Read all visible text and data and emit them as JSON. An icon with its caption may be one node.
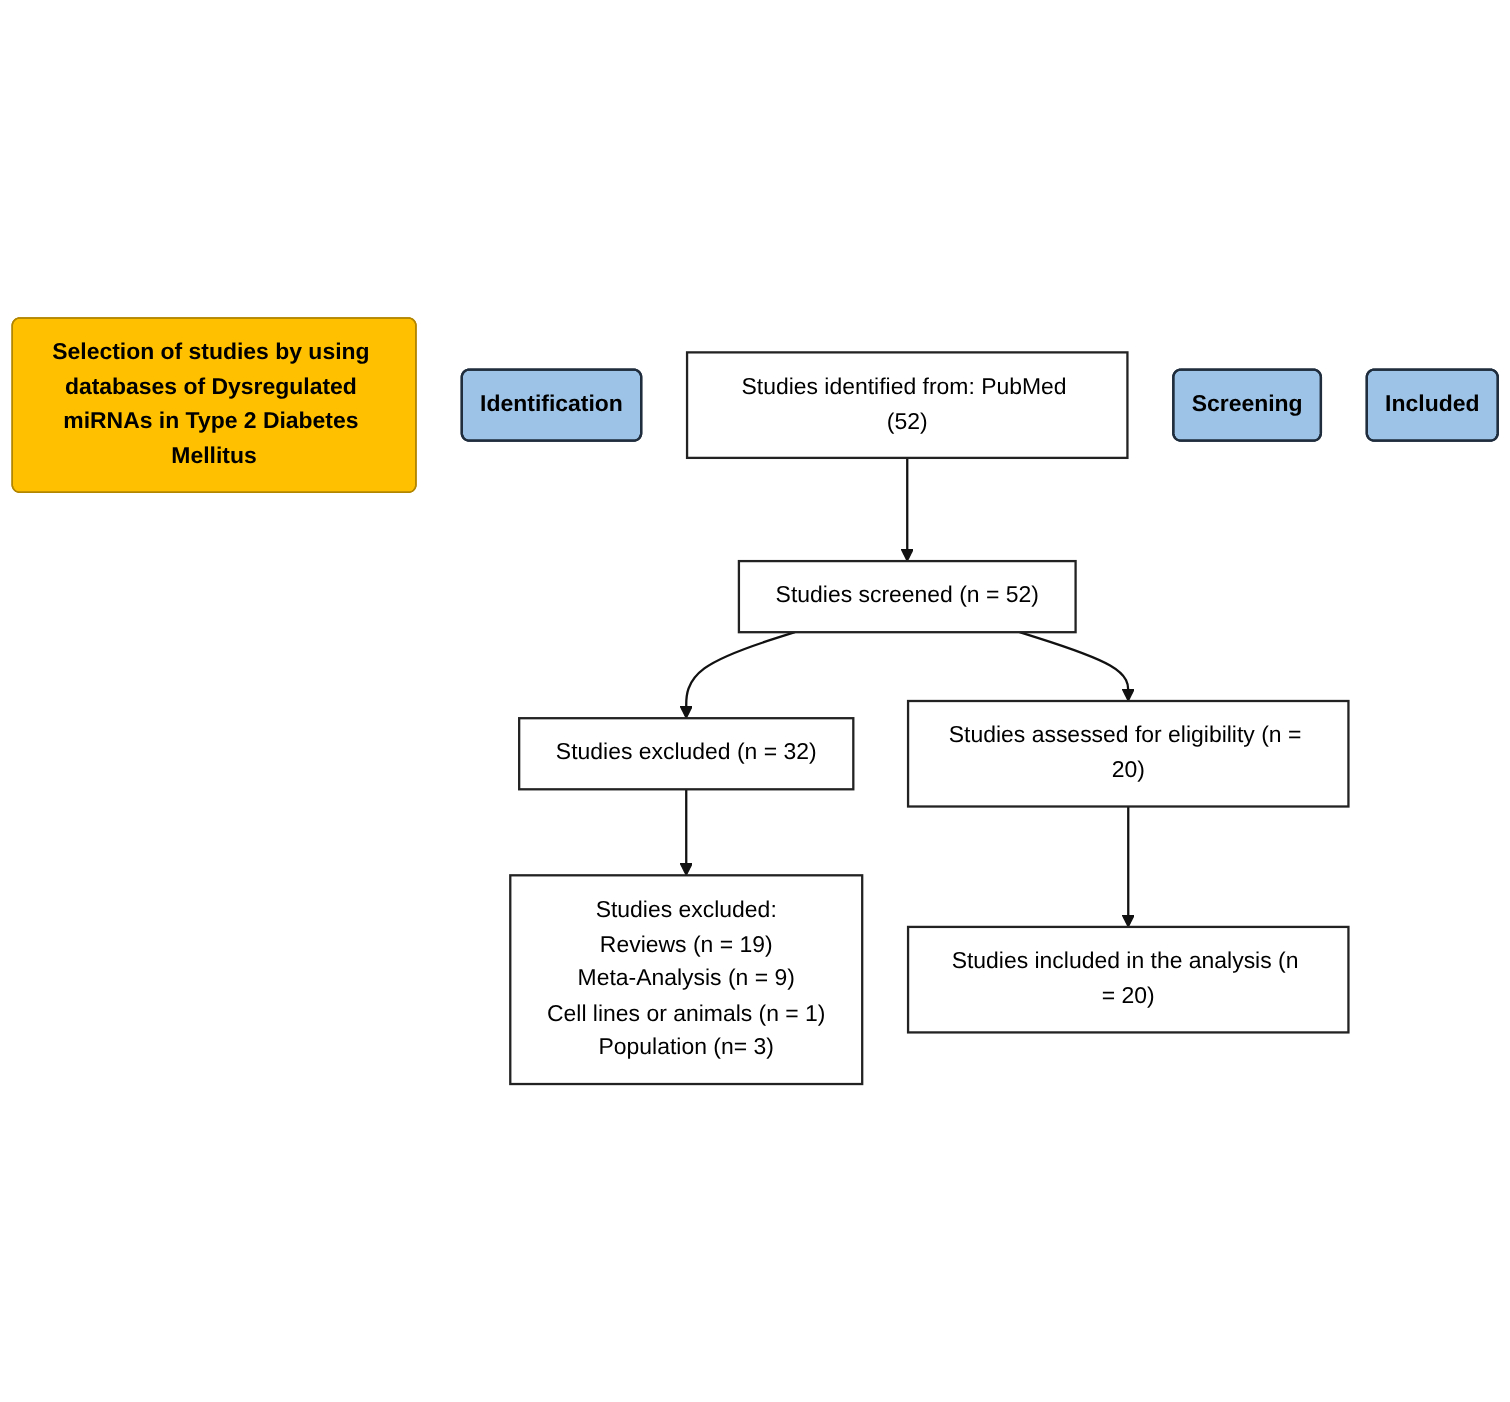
{
  "diagram": {
    "nodes": [
      {
        "text": [
          "Selection of studies by using databases of Dysregulated miRNAs in Type 2 Diabetes Mellitus"
        ]
      },
      {
        "text": [
          "Identification"
        ]
      },
      {
        "text": [
          "Studies identified from: PubMed (52)"
        ]
      },
      {
        "text": [
          "Screening"
        ]
      },
      {
        "text": [
          "Studies screened (n = 52)"
        ]
      },
      {
        "text": [
          "Studies excluded (n = 32)"
        ]
      },
      {
        "text": [
          "Studies assessed for eligibility (n = 20)"
        ]
      },
      {
        "text": [
          "Studies excluded:",
          "Reviews (n = 19)",
          "Meta-Analysis (n = 9)",
          "Cell lines or animals (n = 1)",
          "Population (n= 3)"
        ]
      },
      {
        "text": [
          "Included"
        ]
      },
      {
        "text": [
          "Studies included in the analysis (n = 20)"
        ]
      }
    ],
    "edges": [
      {
        "from": 2,
        "to": 4,
        "arrow": "to"
      },
      {
        "from": 4,
        "to": 5,
        "arrow": "to"
      },
      {
        "from": 4,
        "to": 6,
        "arrow": "to"
      },
      {
        "from": 5,
        "to": 7,
        "arrow": "to"
      },
      {
        "from": 6,
        "to": 9,
        "arrow": "to"
      }
    ]
  }
}
